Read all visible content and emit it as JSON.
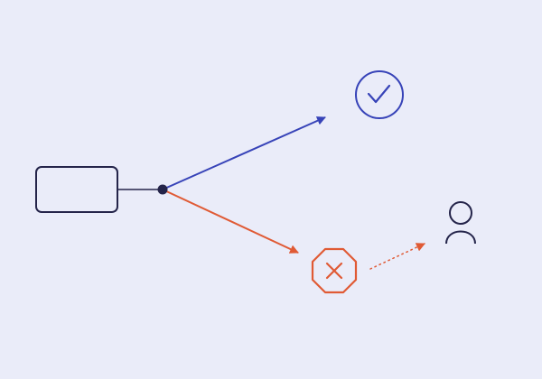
{
  "diagram": {
    "background": "#eaecf9",
    "colors": {
      "node_stroke": "#24244a",
      "success": "#3743b8",
      "failure": "#e05a35"
    },
    "nodes": {
      "source": {
        "type": "rounded-rectangle",
        "label": ""
      },
      "branch_point": {
        "type": "junction-dot"
      },
      "success": {
        "type": "circle",
        "icon": "checkmark-icon"
      },
      "failure": {
        "type": "octagon",
        "icon": "x-icon"
      },
      "user": {
        "type": "person",
        "icon": "person-icon"
      }
    },
    "edges": [
      {
        "from": "source",
        "to": "branch_point",
        "style": "solid",
        "color": "node_stroke",
        "arrow": false
      },
      {
        "from": "branch_point",
        "to": "success",
        "style": "solid",
        "color": "success",
        "arrow": true
      },
      {
        "from": "branch_point",
        "to": "failure",
        "style": "solid",
        "color": "failure",
        "arrow": true
      },
      {
        "from": "failure",
        "to": "user",
        "style": "dotted",
        "color": "failure",
        "arrow": true
      }
    ]
  }
}
